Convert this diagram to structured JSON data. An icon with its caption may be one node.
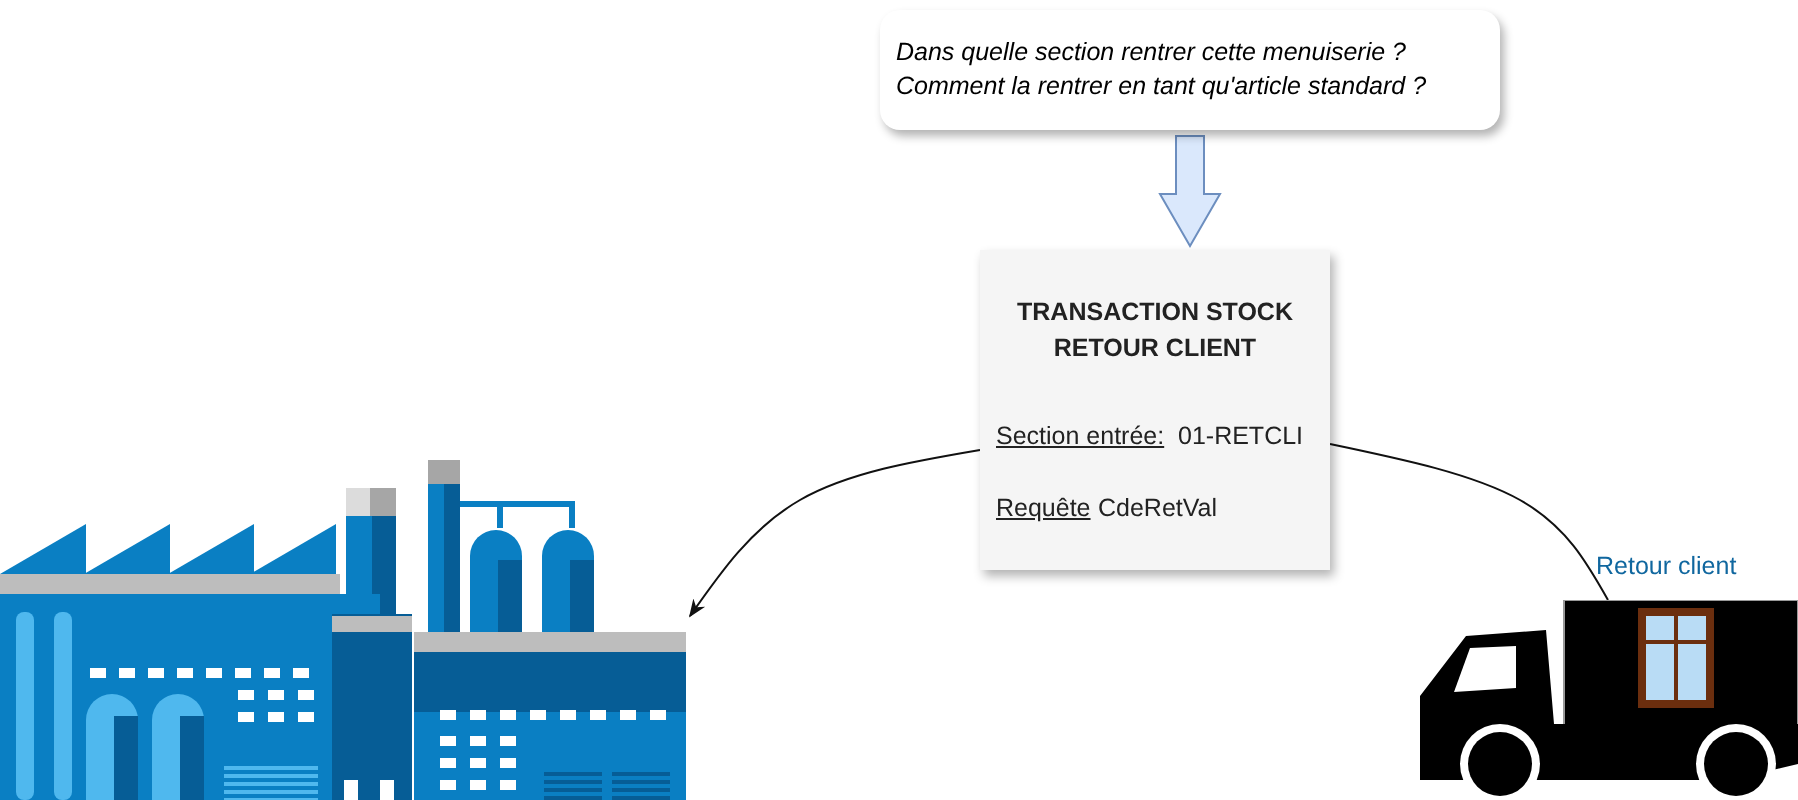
{
  "diagram": {
    "nodes": [
      {
        "text": [
          "Dans quelle section rentrer cette menuiserie ? Comment la rentrer en tant qu'article standard ?"
        ]
      },
      {
        "text": [
          "TRANSACTION STOCK RETOUR CLIENT",
          "Section entrée:",
          "01-RETCLI",
          "Requête",
          "CdeRetVal"
        ]
      },
      {
        "text": [],
        "shape": "picture"
      },
      {
        "text": [],
        "shape": "picture",
        "beside": [
          "Retour client"
        ]
      }
    ],
    "edges": [
      {
        "from": 0,
        "to": 1,
        "arrow": "to",
        "style": "thick",
        "color": "#dae8fc"
      },
      {
        "from": 1,
        "to": 2,
        "arrow": "to"
      },
      {
        "from": 1,
        "to": 3,
        "arrow": "none"
      }
    ]
  }
}
